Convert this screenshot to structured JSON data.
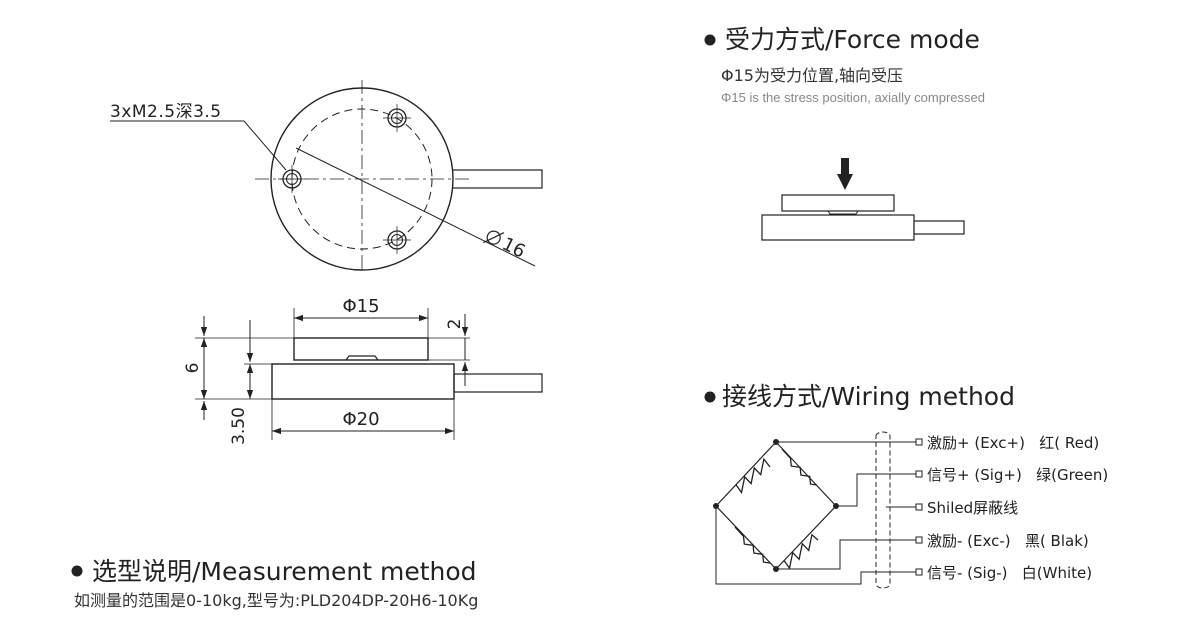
{
  "drawing": {
    "hole_callout": "3xM2.5深3.5",
    "dim_outer_diameter": "16",
    "dim_top_diameter": "Φ15",
    "dim_base_diameter": "Φ20",
    "dim_top_height": "2",
    "dim_total_height": "6",
    "dim_base_height": "3.50"
  },
  "force_mode": {
    "title": "受力方式/Force mode",
    "desc_cn": "Φ15为受力位置,轴向受压",
    "desc_en": "Φ15 is the stress position, axially compressed"
  },
  "wiring": {
    "title": "接线方式/Wiring method",
    "labels": [
      "激励+ (Exc+)   红( Red)",
      "信号+ (Sig+)   绿(Green)",
      "Shiled屏蔽线",
      "激励- (Exc-)   黑( Blak)",
      "信号- (Sig-)   白(White)"
    ]
  },
  "selection": {
    "title": "选型说明/Measurement method",
    "desc": "如测量的范围是0-10kg,型号为:PLD204DP-20H6-10Kg"
  }
}
